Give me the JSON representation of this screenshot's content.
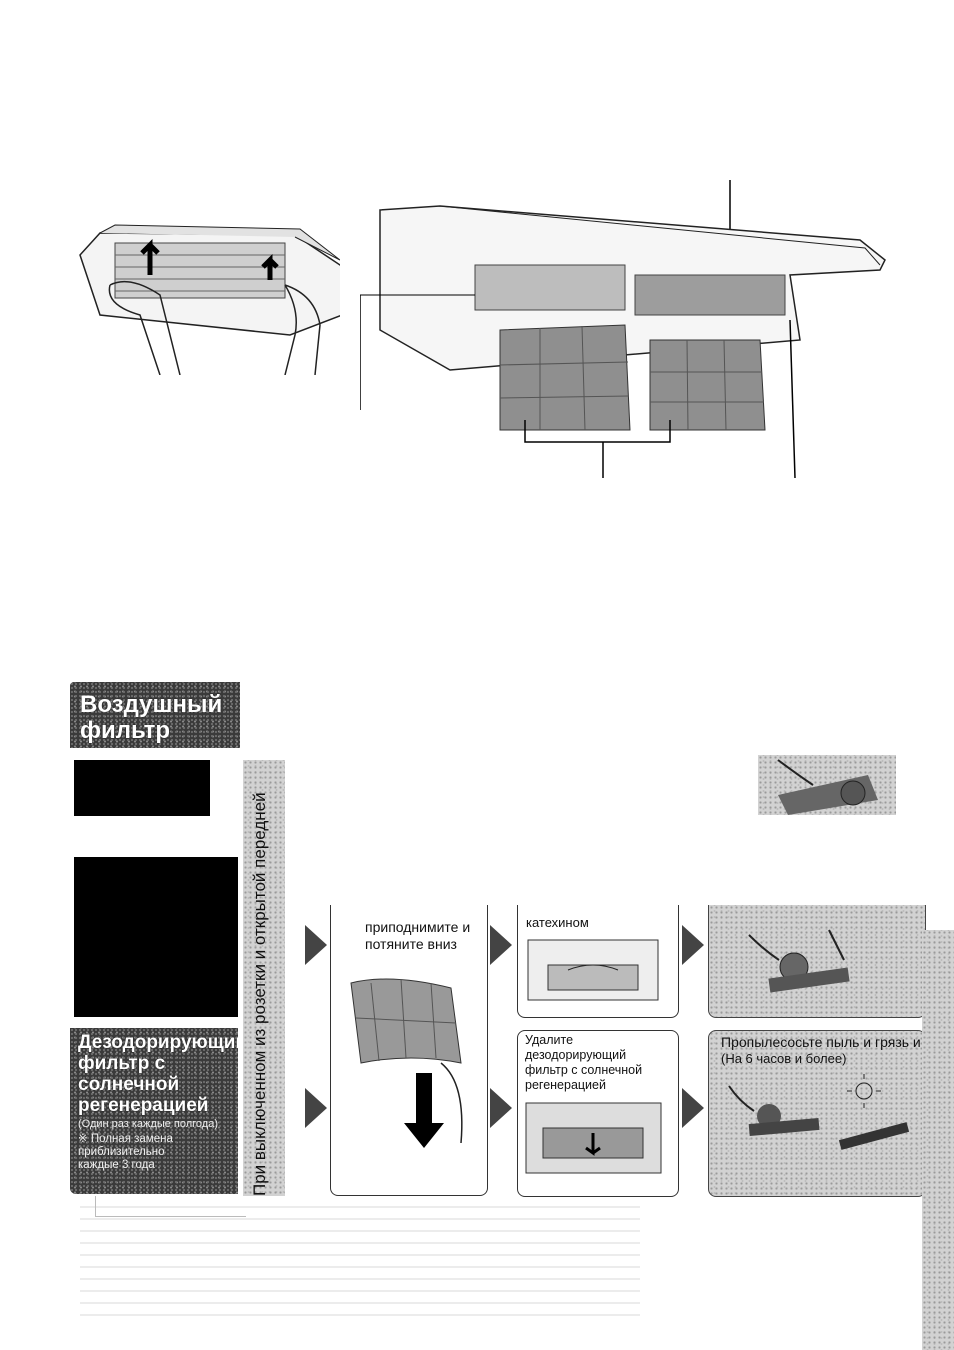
{
  "sections": {
    "air_filter_title": "Воздушный фильтр",
    "deodor_title": "Дезодорирующий фильтр с солнечной регенерацией",
    "deodor_note1": "(Один раз каждые полгода)",
    "deodor_note2": "※ Полная замена приблизительно каждые 3 года"
  },
  "vertical_label": "При выключенном из розетки и открытой передней",
  "steps": {
    "lift_pull": "приподнимите и потяните вниз",
    "catechin": "катехином",
    "remove_deodor": "Удалите дезодорирующий фильтр с солнечной регенерацией",
    "vacuum_dry": "Пропылесосьте пыль и грязь и высушите на солнце",
    "hours_note": "(На 6 часов и более)"
  },
  "colors": {
    "dark_panel": "#000000",
    "arrow": "#444444"
  }
}
